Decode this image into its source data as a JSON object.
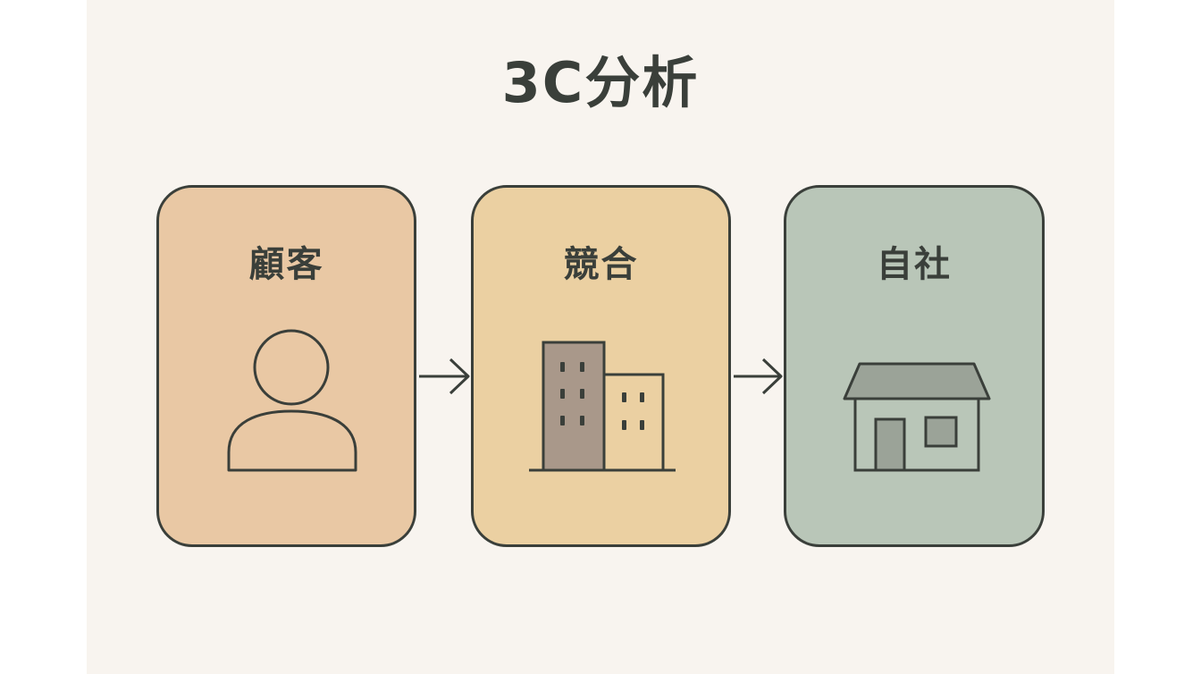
{
  "title": "3C分析",
  "cards": [
    {
      "label": "顧客",
      "icon": "person-icon",
      "color": "#e9c8a4"
    },
    {
      "label": "競合",
      "icon": "buildings-icon",
      "color": "#ebd0a2"
    },
    {
      "label": "自社",
      "icon": "house-icon",
      "color": "#b9c6b8"
    }
  ],
  "colors": {
    "stroke": "#3a3f3a",
    "background": "#f8f4ef"
  }
}
